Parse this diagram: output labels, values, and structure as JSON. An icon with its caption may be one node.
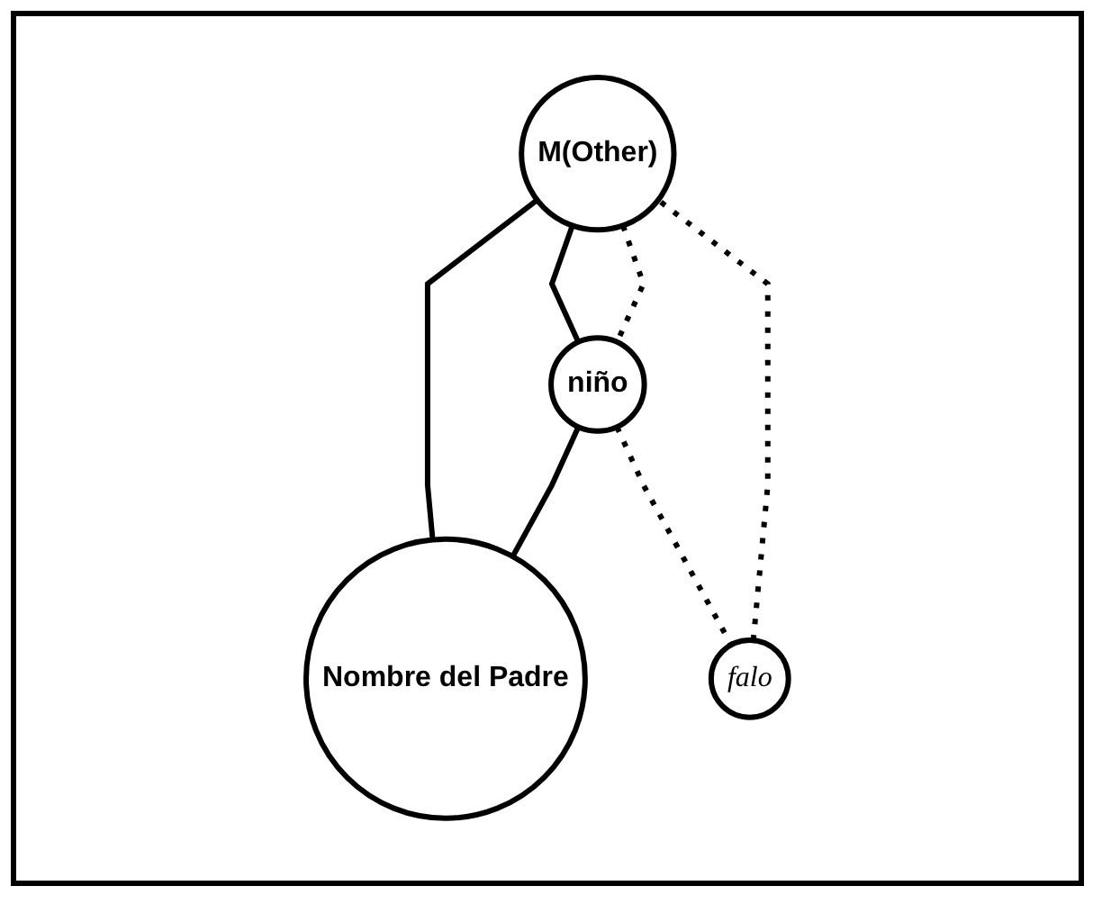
{
  "diagram": {
    "nodes": [
      {
        "text": [
          "M(Other)"
        ]
      },
      {
        "text": [
          "falo"
        ]
      },
      {
        "text": [
          "niño"
        ]
      },
      {
        "text": [
          "Nombre del Padre"
        ]
      }
    ],
    "edges": [
      {
        "from": 0,
        "to": 2,
        "arrow": "none"
      },
      {
        "from": 0,
        "to": 3,
        "arrow": "none"
      },
      {
        "from": 2,
        "to": 3,
        "arrow": "none"
      },
      {
        "from": 1,
        "to": 0,
        "arrow": "none",
        "style": "dashed"
      },
      {
        "from": 0,
        "to": 2,
        "arrow": "none",
        "style": "dashed"
      },
      {
        "from": 2,
        "to": 1,
        "arrow": "none",
        "style": "dashed"
      }
    ]
  }
}
